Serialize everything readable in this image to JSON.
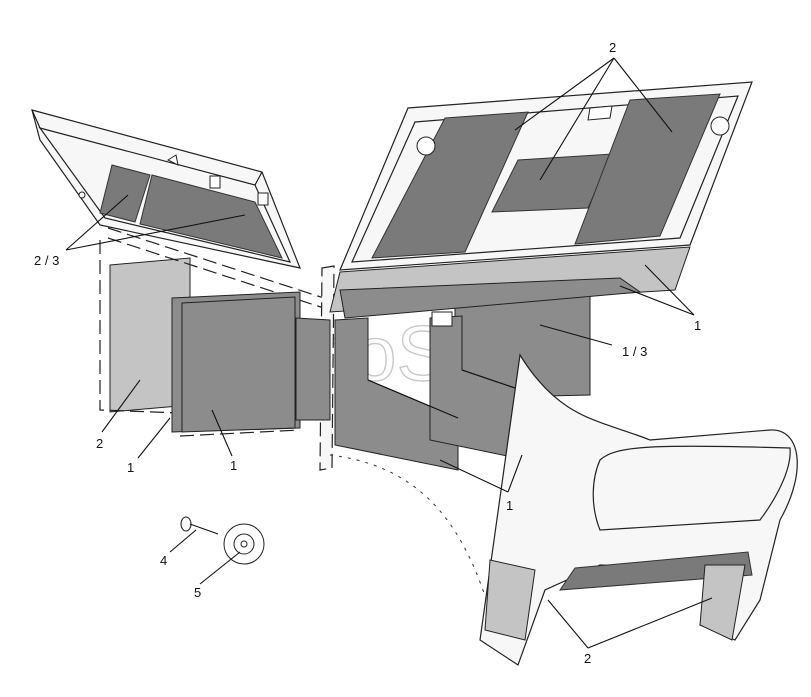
{
  "watermark": "AutoSoft",
  "callouts": {
    "top_right_2": "2",
    "left_2_3": "2 / 3",
    "right_1": "1",
    "right_1_3": "1 / 3",
    "left_panel_2": "2",
    "left_1a": "1",
    "left_1b": "1",
    "middle_1": "1",
    "clip_4": "4",
    "washer_5": "5",
    "cab_2": "2"
  }
}
